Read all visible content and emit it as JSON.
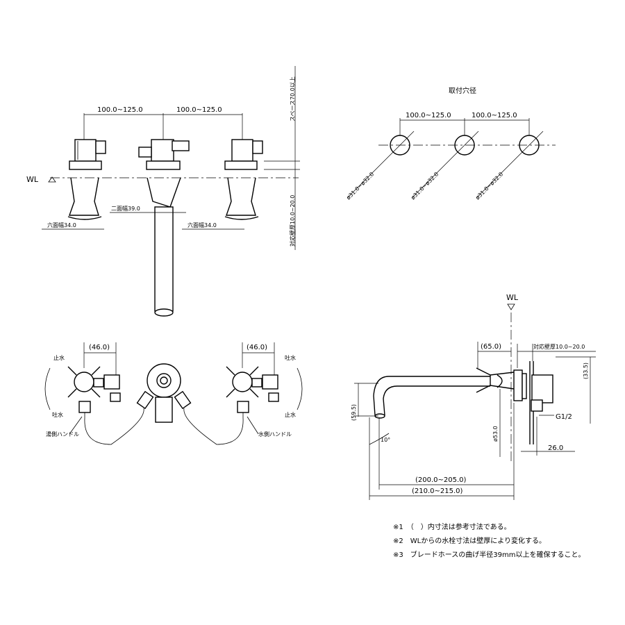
{
  "front_view": {
    "wl": "WL",
    "dim_left": "100.0~125.0",
    "dim_right": "100.0~125.0",
    "space": "スペース70.0以上",
    "wall": "対応壁厚10.0~20.0",
    "hex_left": "六面幅34.0",
    "hex_right": "六面幅34.0",
    "flat": "二面幅39.0"
  },
  "holes": {
    "title": "取付穴径",
    "dim_left": "100.0~125.0",
    "dim_right": "100.0~125.0",
    "dia_1": "ø31.0~ø32.0",
    "dia_2": "ø31.0~ø32.0",
    "dia_3": "ø31.0~ø32.0"
  },
  "bottom_view": {
    "dim_left": "(46.0)",
    "dim_right": "(46.0)",
    "stop_left": "止水",
    "open_left": "吐水",
    "stop_right": "止水",
    "open_right": "吐水",
    "hot": "湯側ハンドル",
    "cold": "水側ハンドル"
  },
  "side_view": {
    "wl": "WL",
    "wall": "対応壁厚10.0~20.0",
    "d65": "(65.0)",
    "d33": "(33.5)",
    "d59": "(59.5)",
    "d53": "ø53.0",
    "angle": "10°",
    "g12": "G1/2",
    "d26": "26.0",
    "d200": "(200.0~205.0)",
    "d210": "(210.0~215.0)"
  },
  "notes": [
    "※1　（　）内寸法は参考寸法である。",
    "※2　WLからの水栓寸法は壁厚により変化する。",
    "※3　ブレードホースの曲げ半径39mm以上を確保すること。"
  ]
}
